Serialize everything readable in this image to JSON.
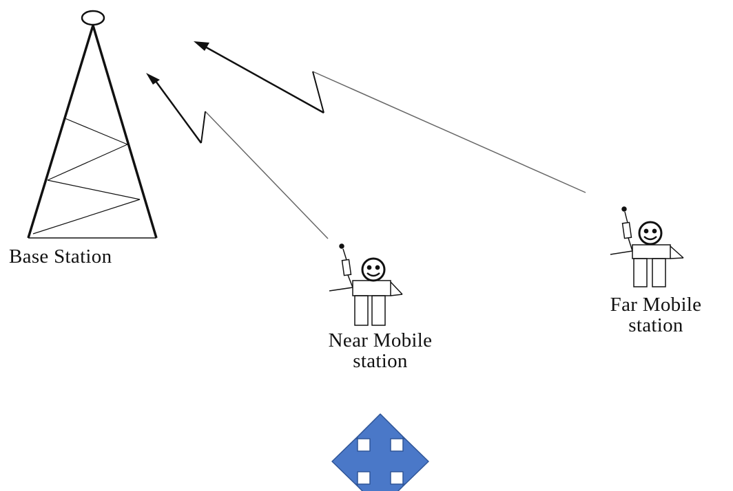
{
  "labels": {
    "base_station": "Base Station",
    "near_mobile_line1": "Near Mobile",
    "near_mobile_line2": "station",
    "far_mobile_line1": "Far Mobile",
    "far_mobile_line2": "station"
  },
  "icons": {
    "move_icon": "four-way-move-arrow-icon"
  },
  "colors": {
    "line": "#111111",
    "link_line": "#555555",
    "move_icon_fill": "#4a78c8",
    "move_icon_stroke": "#2f5597"
  }
}
